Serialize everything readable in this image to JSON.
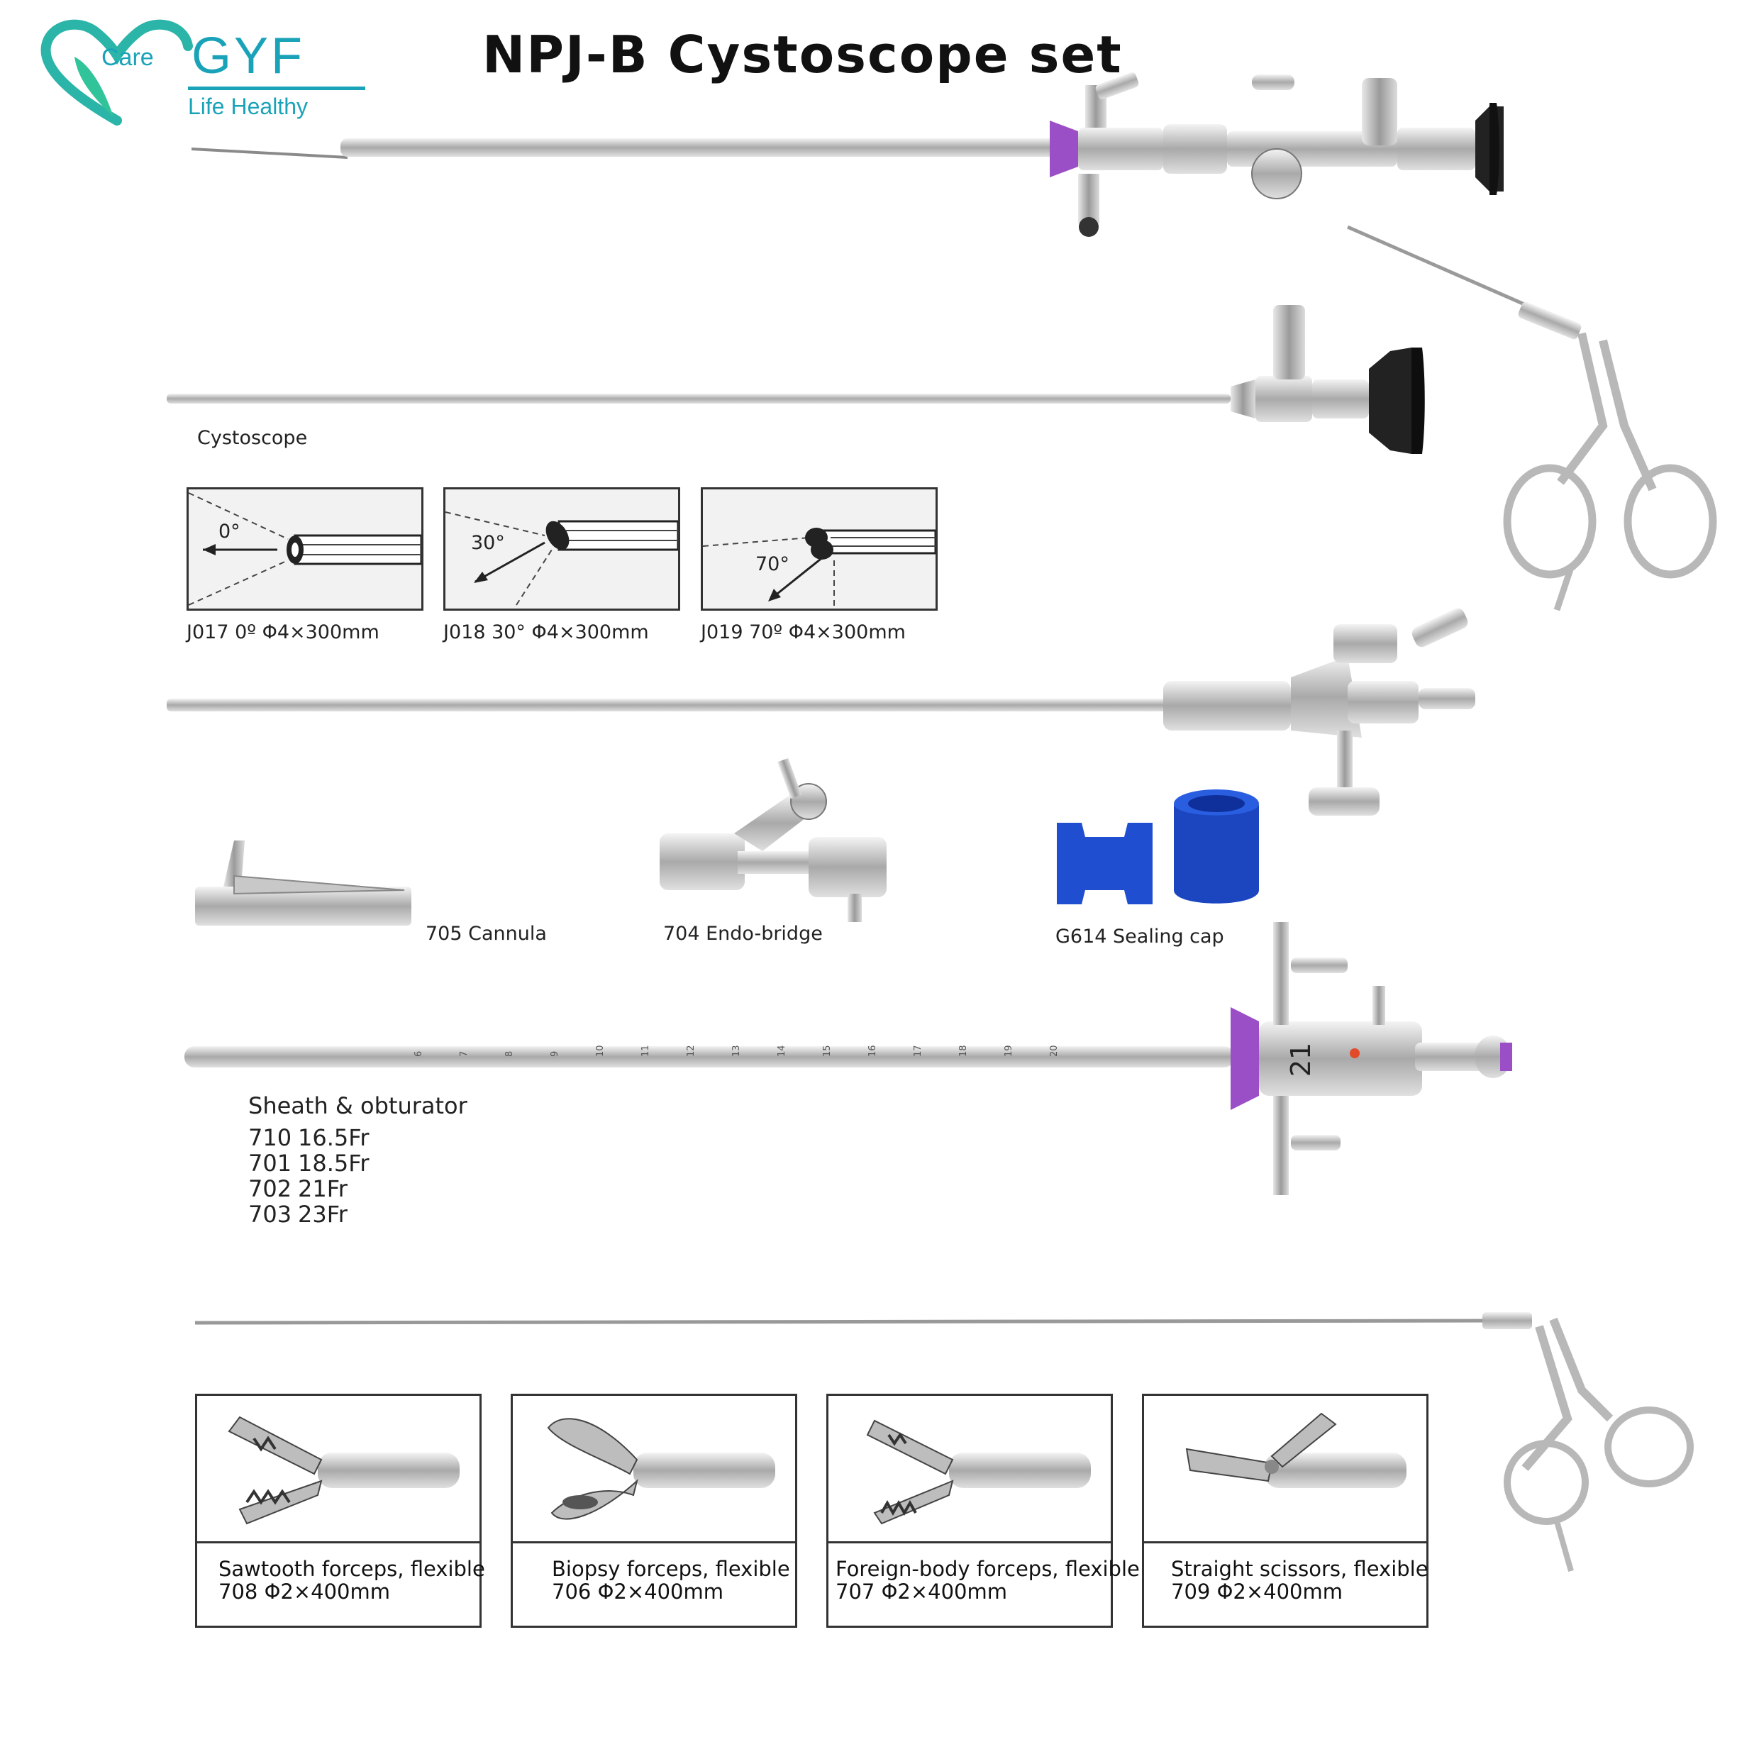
{
  "logo": {
    "care": "Care",
    "brand": "GYF",
    "tagline": "Life Healthy",
    "brand_color": "#1aa3b8"
  },
  "title": "NPJ-B  Cystoscope set",
  "cystoscope": {
    "label": "Cystoscope",
    "angles": [
      {
        "angle": "0°",
        "caption": "J017 0º Φ4×300mm"
      },
      {
        "angle": "30°",
        "caption": "J018 30° Φ4×300mm"
      },
      {
        "angle": "70°",
        "caption": "J019 70º Φ4×300mm"
      }
    ]
  },
  "accessories": {
    "cannula": "705  Cannula",
    "endo_bridge": "704  Endo-bridge",
    "sealing_cap": "G614  Sealing cap",
    "sealing_cap_color": "#1f4fd0"
  },
  "sheath": {
    "heading": "Sheath & obturator",
    "sizes": [
      {
        "code": "710",
        "size": "16.5Fr"
      },
      {
        "code": "701",
        "size": "18.5Fr"
      },
      {
        "code": "702",
        "size": "21Fr"
      },
      {
        "code": "703",
        "size": "23Fr"
      }
    ],
    "scale": [
      "6",
      "7",
      "8",
      "9",
      "10",
      "11",
      "12",
      "13",
      "14",
      "15",
      "16",
      "17",
      "18",
      "19",
      "20"
    ],
    "badge": "21",
    "accent_color": "#9b4fc6"
  },
  "forceps": [
    {
      "name": "Sawtooth forceps, flexible",
      "spec": "708  Φ2×400mm"
    },
    {
      "name": "Biopsy forceps, flexible",
      "spec": "706  Φ2×400mm"
    },
    {
      "name": "Foreign-body forceps, flexible",
      "spec": "707  Φ2×400mm"
    },
    {
      "name": "Straight scissors, flexible",
      "spec": "709  Φ2×400mm"
    }
  ]
}
